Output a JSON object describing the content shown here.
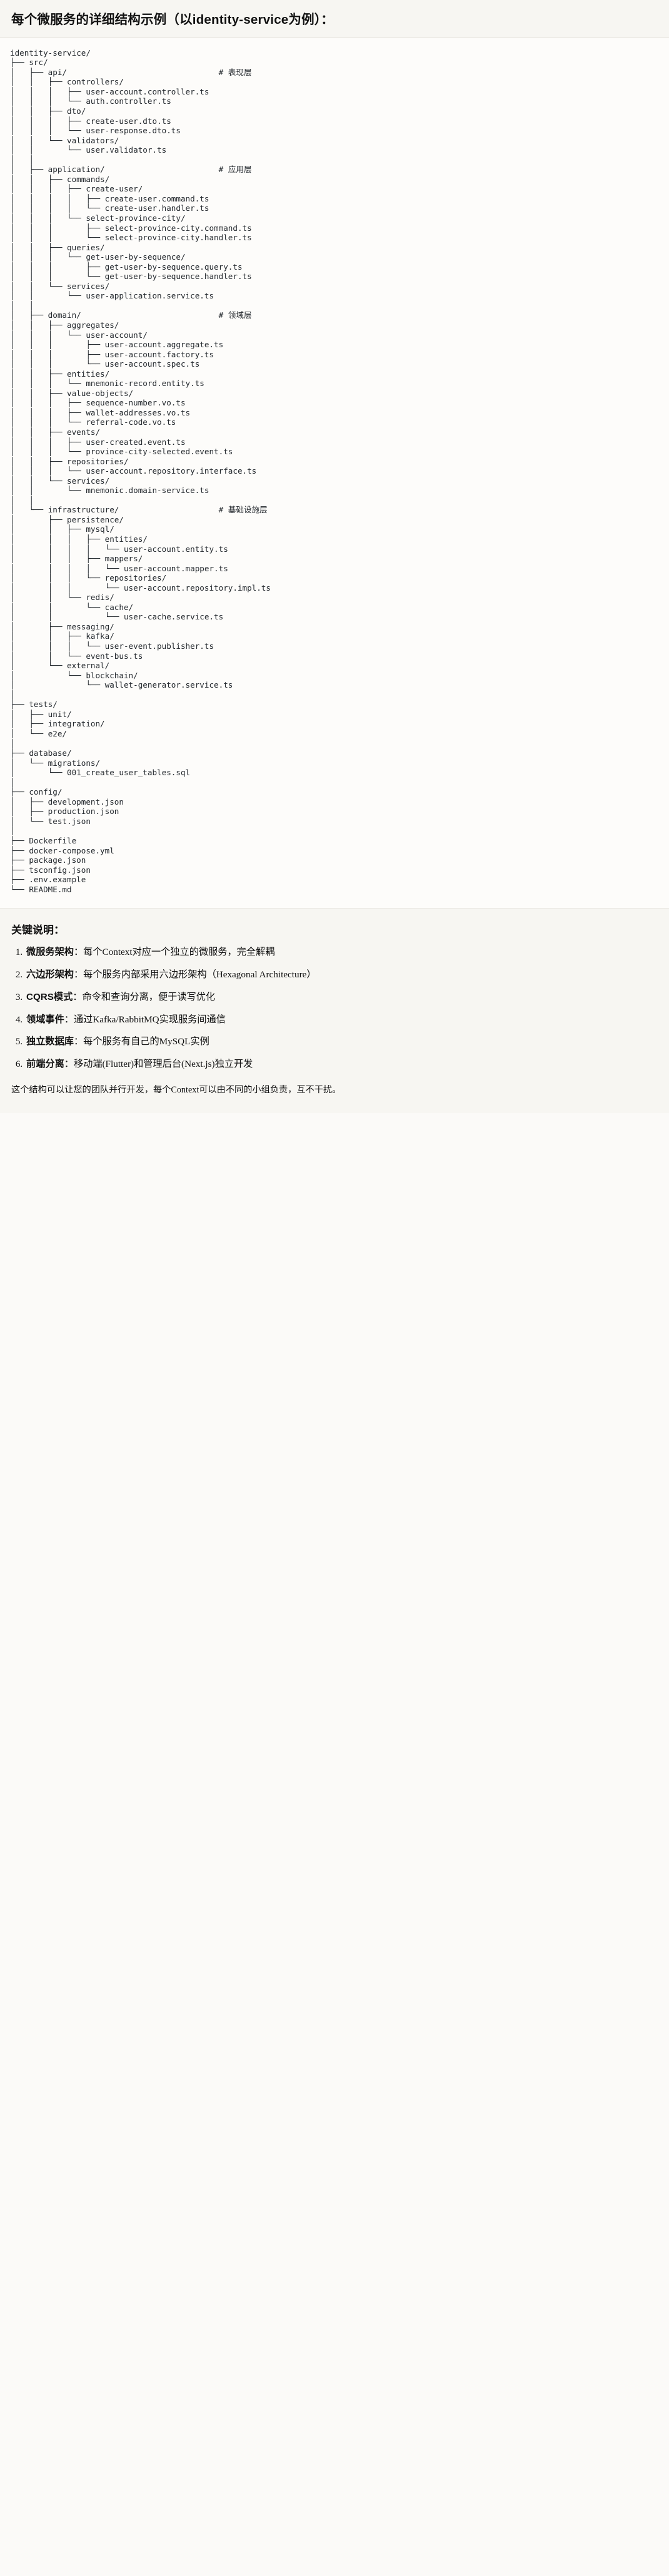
{
  "header": {
    "title": "每个微服务的详细结构示例（以identity-service为例）："
  },
  "tree": {
    "root": "identity-service/",
    "lines": [
      {
        "text": "identity-service/",
        "comment": ""
      },
      {
        "text": "├── src/",
        "comment": ""
      },
      {
        "text": "│   ├── api/",
        "comment": "# 表现层"
      },
      {
        "text": "│   │   ├── controllers/",
        "comment": ""
      },
      {
        "text": "│   │   │   ├── user-account.controller.ts",
        "comment": ""
      },
      {
        "text": "│   │   │   └── auth.controller.ts",
        "comment": ""
      },
      {
        "text": "│   │   ├── dto/",
        "comment": ""
      },
      {
        "text": "│   │   │   ├── create-user.dto.ts",
        "comment": ""
      },
      {
        "text": "│   │   │   └── user-response.dto.ts",
        "comment": ""
      },
      {
        "text": "│   │   └── validators/",
        "comment": ""
      },
      {
        "text": "│   │       └── user.validator.ts",
        "comment": ""
      },
      {
        "text": "│   │",
        "comment": ""
      },
      {
        "text": "│   ├── application/",
        "comment": "# 应用层"
      },
      {
        "text": "│   │   ├── commands/",
        "comment": ""
      },
      {
        "text": "│   │   │   ├── create-user/",
        "comment": ""
      },
      {
        "text": "│   │   │   │   ├── create-user.command.ts",
        "comment": ""
      },
      {
        "text": "│   │   │   │   └── create-user.handler.ts",
        "comment": ""
      },
      {
        "text": "│   │   │   └── select-province-city/",
        "comment": ""
      },
      {
        "text": "│   │   │       ├── select-province-city.command.ts",
        "comment": ""
      },
      {
        "text": "│   │   │       └── select-province-city.handler.ts",
        "comment": ""
      },
      {
        "text": "│   │   ├── queries/",
        "comment": ""
      },
      {
        "text": "│   │   │   └── get-user-by-sequence/",
        "comment": ""
      },
      {
        "text": "│   │   │       ├── get-user-by-sequence.query.ts",
        "comment": ""
      },
      {
        "text": "│   │   │       └── get-user-by-sequence.handler.ts",
        "comment": ""
      },
      {
        "text": "│   │   └── services/",
        "comment": ""
      },
      {
        "text": "│   │       └── user-application.service.ts",
        "comment": ""
      },
      {
        "text": "│   │",
        "comment": ""
      },
      {
        "text": "│   ├── domain/",
        "comment": "# 领域层"
      },
      {
        "text": "│   │   ├── aggregates/",
        "comment": ""
      },
      {
        "text": "│   │   │   └── user-account/",
        "comment": ""
      },
      {
        "text": "│   │   │       ├── user-account.aggregate.ts",
        "comment": ""
      },
      {
        "text": "│   │   │       ├── user-account.factory.ts",
        "comment": ""
      },
      {
        "text": "│   │   │       └── user-account.spec.ts",
        "comment": ""
      },
      {
        "text": "│   │   ├── entities/",
        "comment": ""
      },
      {
        "text": "│   │   │   └── mnemonic-record.entity.ts",
        "comment": ""
      },
      {
        "text": "│   │   ├── value-objects/",
        "comment": ""
      },
      {
        "text": "│   │   │   ├── sequence-number.vo.ts",
        "comment": ""
      },
      {
        "text": "│   │   │   ├── wallet-addresses.vo.ts",
        "comment": ""
      },
      {
        "text": "│   │   │   └── referral-code.vo.ts",
        "comment": ""
      },
      {
        "text": "│   │   ├── events/",
        "comment": ""
      },
      {
        "text": "│   │   │   ├── user-created.event.ts",
        "comment": ""
      },
      {
        "text": "│   │   │   └── province-city-selected.event.ts",
        "comment": ""
      },
      {
        "text": "│   │   ├── repositories/",
        "comment": ""
      },
      {
        "text": "│   │   │   └── user-account.repository.interface.ts",
        "comment": ""
      },
      {
        "text": "│   │   └── services/",
        "comment": ""
      },
      {
        "text": "│   │       └── mnemonic.domain-service.ts",
        "comment": ""
      },
      {
        "text": "│   │",
        "comment": ""
      },
      {
        "text": "│   └── infrastructure/",
        "comment": "# 基础设施层"
      },
      {
        "text": "│       ├── persistence/",
        "comment": ""
      },
      {
        "text": "│       │   ├── mysql/",
        "comment": ""
      },
      {
        "text": "│       │   │   ├── entities/",
        "comment": ""
      },
      {
        "text": "│       │   │   │   └── user-account.entity.ts",
        "comment": ""
      },
      {
        "text": "│       │   │   ├── mappers/",
        "comment": ""
      },
      {
        "text": "│       │   │   │   └── user-account.mapper.ts",
        "comment": ""
      },
      {
        "text": "│       │   │   └── repositories/",
        "comment": ""
      },
      {
        "text": "│       │   │       └── user-account.repository.impl.ts",
        "comment": ""
      },
      {
        "text": "│       │   └── redis/",
        "comment": ""
      },
      {
        "text": "│       │       └── cache/",
        "comment": ""
      },
      {
        "text": "│       │           └── user-cache.service.ts",
        "comment": ""
      },
      {
        "text": "│       ├── messaging/",
        "comment": ""
      },
      {
        "text": "│       │   ├── kafka/",
        "comment": ""
      },
      {
        "text": "│       │   │   └── user-event.publisher.ts",
        "comment": ""
      },
      {
        "text": "│       │   └── event-bus.ts",
        "comment": ""
      },
      {
        "text": "│       └── external/",
        "comment": ""
      },
      {
        "text": "│           └── blockchain/",
        "comment": ""
      },
      {
        "text": "│               └── wallet-generator.service.ts",
        "comment": ""
      },
      {
        "text": "│",
        "comment": ""
      },
      {
        "text": "├── tests/",
        "comment": ""
      },
      {
        "text": "│   ├── unit/",
        "comment": ""
      },
      {
        "text": "│   ├── integration/",
        "comment": ""
      },
      {
        "text": "│   └── e2e/",
        "comment": ""
      },
      {
        "text": "│",
        "comment": ""
      },
      {
        "text": "├── database/",
        "comment": ""
      },
      {
        "text": "│   └── migrations/",
        "comment": ""
      },
      {
        "text": "│       └── 001_create_user_tables.sql",
        "comment": ""
      },
      {
        "text": "│",
        "comment": ""
      },
      {
        "text": "├── config/",
        "comment": ""
      },
      {
        "text": "│   ├── development.json",
        "comment": ""
      },
      {
        "text": "│   ├── production.json",
        "comment": ""
      },
      {
        "text": "│   └── test.json",
        "comment": ""
      },
      {
        "text": "│",
        "comment": ""
      },
      {
        "text": "├── Dockerfile",
        "comment": ""
      },
      {
        "text": "├── docker-compose.yml",
        "comment": ""
      },
      {
        "text": "├── package.json",
        "comment": ""
      },
      {
        "text": "├── tsconfig.json",
        "comment": ""
      },
      {
        "text": "├── .env.example",
        "comment": ""
      },
      {
        "text": "└── README.md",
        "comment": ""
      }
    ],
    "comment_column": 44
  },
  "notes": {
    "title": "关键说明：",
    "items": [
      {
        "term": "微服务架构",
        "sep": "：",
        "desc": "每个Context对应一个独立的微服务，完全解耦"
      },
      {
        "term": "六边形架构",
        "sep": "：",
        "desc": "每个服务内部采用六边形架构（Hexagonal Architecture）"
      },
      {
        "term": "CQRS模式",
        "sep": "：",
        "desc": "命令和查询分离，便于读写优化"
      },
      {
        "term": "领域事件",
        "sep": "：",
        "desc": "通过Kafka/RabbitMQ实现服务间通信"
      },
      {
        "term": "独立数据库",
        "sep": "：",
        "desc": "每个服务有自己的MySQL实例"
      },
      {
        "term": "前端分离",
        "sep": "：",
        "desc": "移动端(Flutter)和管理后台(Next.js)独立开发"
      }
    ],
    "closing": "这个结构可以让您的团队并行开发，每个Context可以由不同的小组负责，互不干扰。"
  },
  "colors": {
    "page_bg": "#fbfaf8",
    "code_bg": "#fdfcfa",
    "header_bg": "#f7f6f2",
    "text": "#111111",
    "code_text": "#24292e",
    "divider": "#e2e0da"
  }
}
